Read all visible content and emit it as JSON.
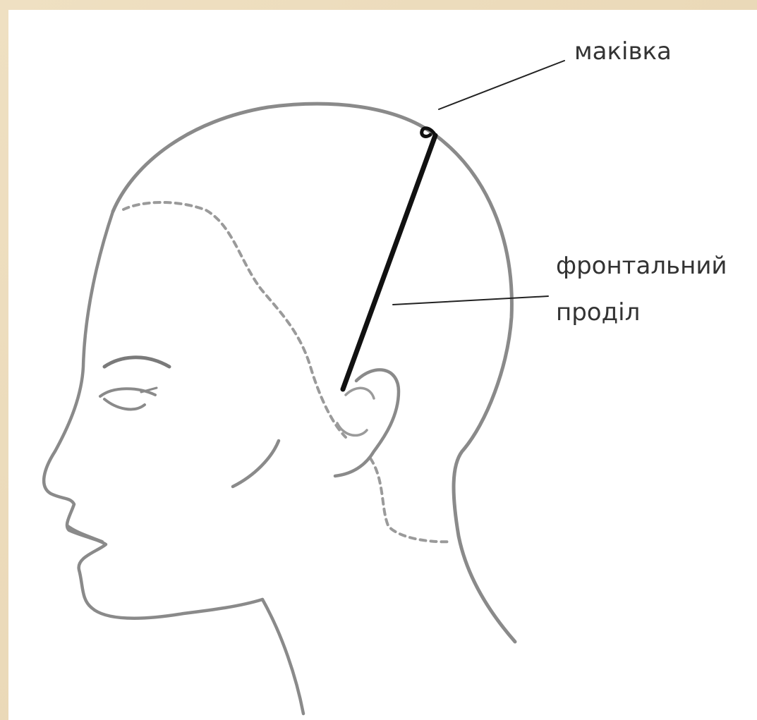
{
  "labels": {
    "crown": "маківка",
    "parting_line1": "фронтальний",
    "parting_line2": "проділ"
  },
  "colors": {
    "background": "#ead9b8",
    "paper": "#ffffff",
    "outline": "#8a8a8a",
    "parting": "#111111",
    "text": "#333333"
  }
}
